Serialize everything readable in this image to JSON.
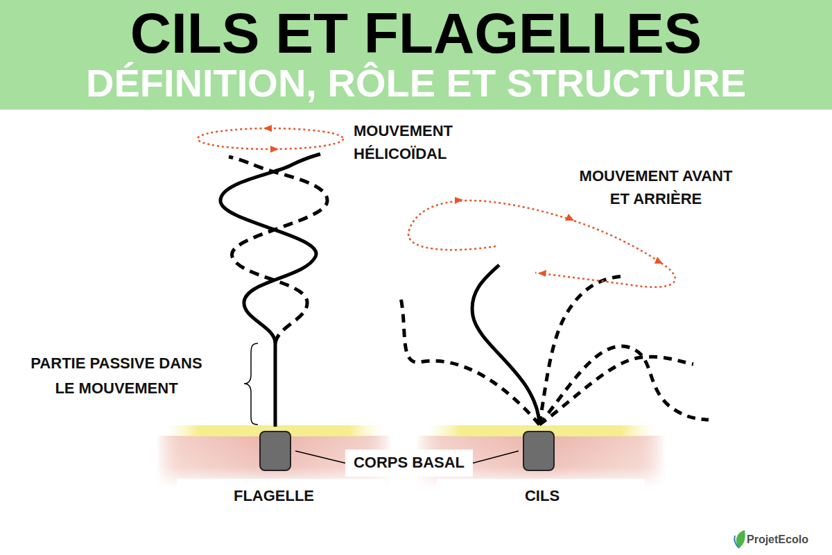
{
  "diagram": {
    "title": "CILS ET FLAGELLES",
    "labels": [
      "DÉFINITION, RÔLE ET STRUCTURE",
      "MOUVEMENT HÉLICOÏDAL",
      "MOUVEMENT AVANT ET ARRIÈRE",
      "PARTIE PASSIVE DANS LE MOUVEMENT",
      "CORPS BASAL",
      "FLAGELLE",
      "CILS",
      "ProjetEcolo"
    ]
  }
}
